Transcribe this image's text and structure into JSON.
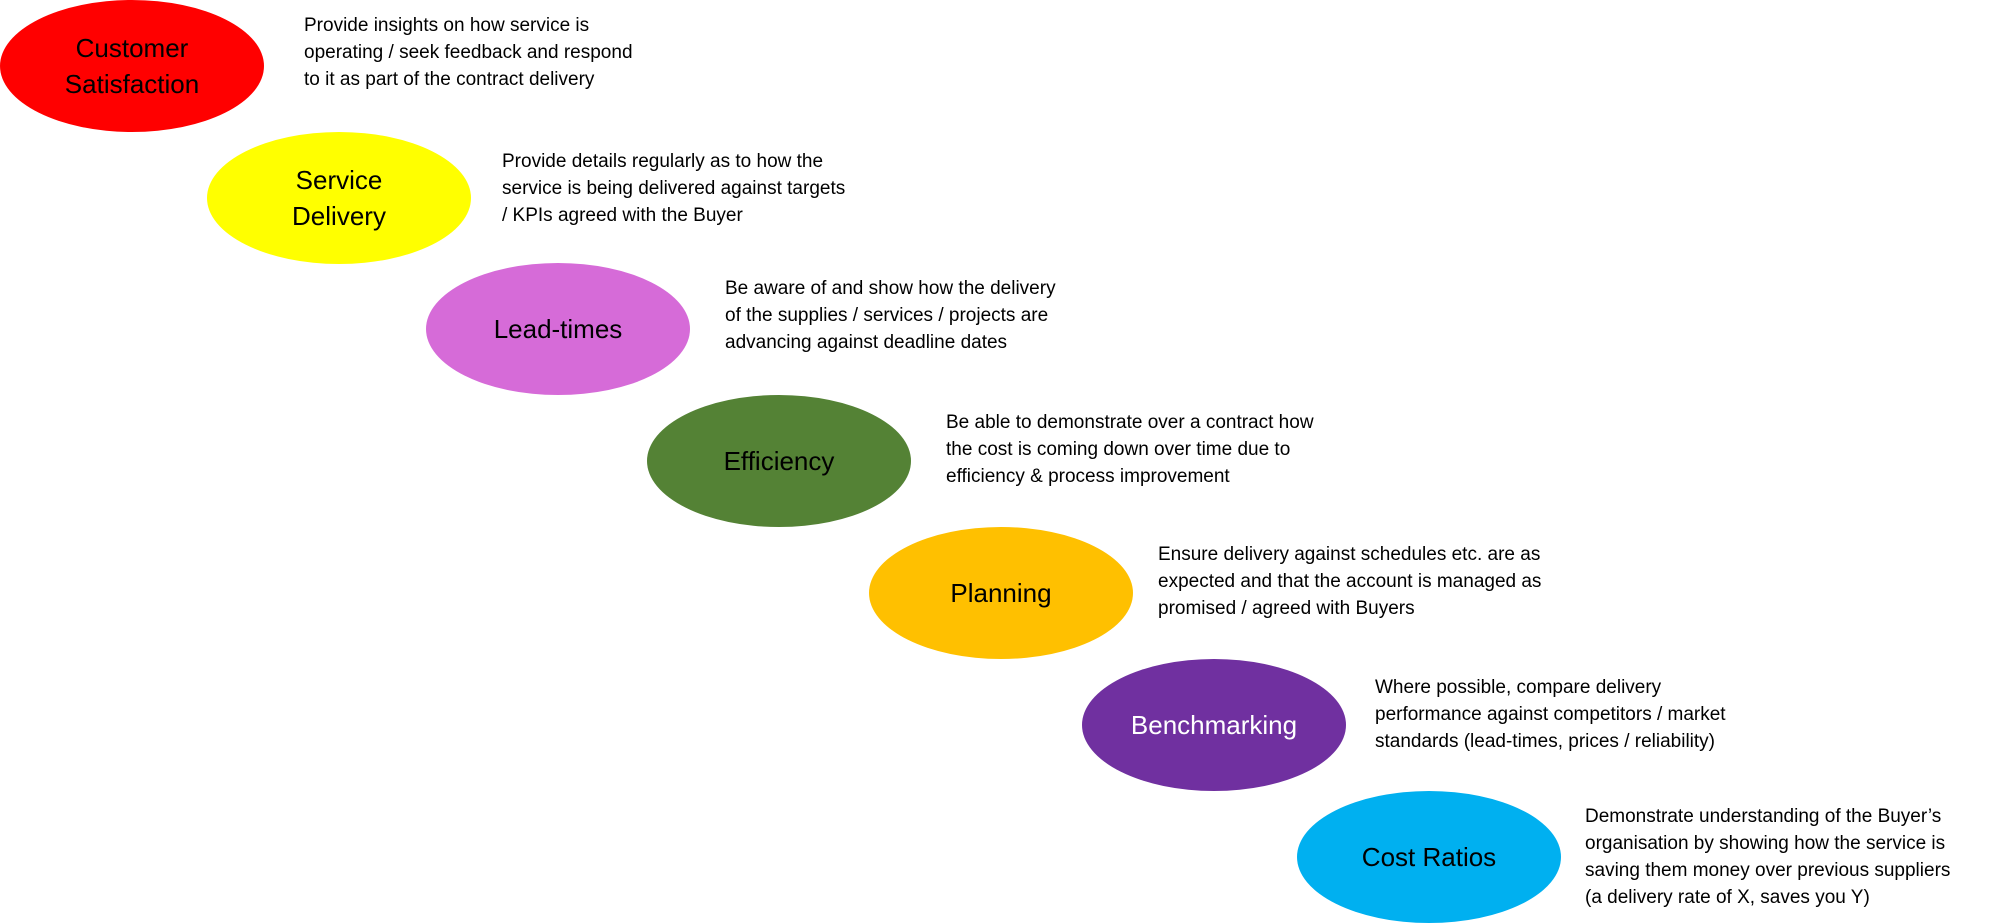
{
  "steps": [
    {
      "label": "Customer\nSatisfaction",
      "description": "Provide insights on how service is\noperating / seek feedback and respond\nto it as part of the contract delivery",
      "fill": "#FF0000",
      "text_color": "#000000"
    },
    {
      "label": "Service\nDelivery",
      "description": "Provide details regularly as to how the\nservice is being delivered against targets\n/ KPIs agreed with the Buyer",
      "fill": "#FFFF00",
      "text_color": "#000000"
    },
    {
      "label": "Lead-times",
      "description": "Be aware of and show how the delivery\nof the supplies / services / projects are\nadvancing against deadline dates",
      "fill": "#D66BD8",
      "text_color": "#000000"
    },
    {
      "label": "Efficiency",
      "description": "Be able to demonstrate over a contract how\nthe cost is coming down over time due to\nefficiency & process improvement",
      "fill": "#548235",
      "text_color": "#000000"
    },
    {
      "label": "Planning",
      "description": "Ensure delivery against schedules etc. are as\nexpected and that the account is managed as\npromised / agreed with Buyers",
      "fill": "#FFC000",
      "text_color": "#000000"
    },
    {
      "label": "Benchmarking",
      "description": "Where possible, compare delivery\nperformance against competitors / market\nstandards (lead-times, prices / reliability)",
      "fill": "#7030A0",
      "text_color": "#FFFFFF"
    },
    {
      "label": "Cost Ratios",
      "description": "Demonstrate understanding of the Buyer’s\norganisation by showing how the service is\nsaving them money over previous suppliers\n(a delivery rate of X, saves you Y)",
      "fill": "#00B0F0",
      "text_color": "#000000"
    }
  ]
}
